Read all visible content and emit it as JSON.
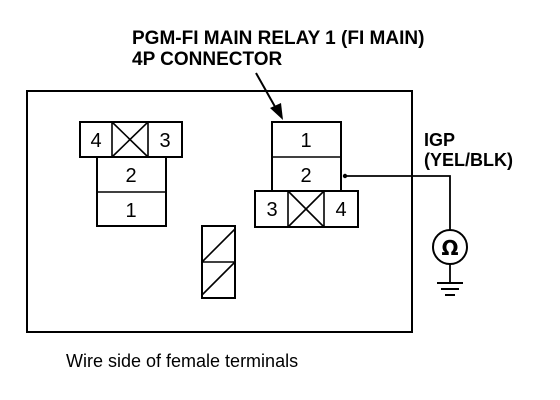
{
  "callout": {
    "line1": "PGM-FI MAIN RELAY 1 (FI MAIN)",
    "line2": "4P CONNECTOR"
  },
  "left_connector": {
    "pins": [
      "4",
      "3",
      "2",
      "1"
    ]
  },
  "right_connector": {
    "pins": [
      "1",
      "2",
      "3",
      "4"
    ]
  },
  "meter": {
    "label1": "IGP",
    "label2": "(YEL/BLK)",
    "symbol": "Ω",
    "icon": "ohmmeter-icon"
  },
  "caption": "Wire side of female terminals"
}
